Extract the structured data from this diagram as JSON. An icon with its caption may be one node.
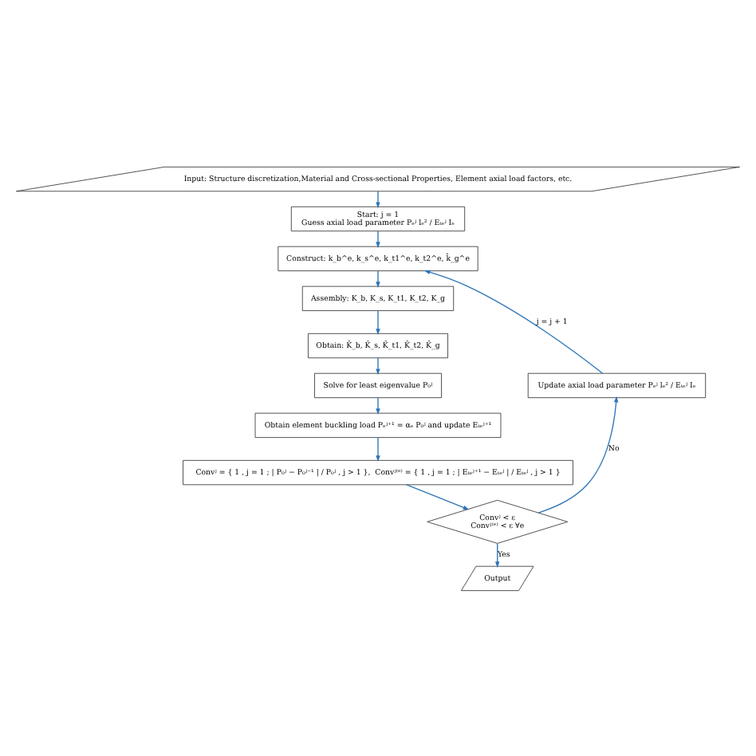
{
  "diagram": {
    "nodes": [
      {
        "text": [
          "Input: Structure discretization,Material and Cross-sectional Properties, Element axial load factors, etc."
        ]
      },
      {
        "text": [
          "Start: j = 1",
          "Guess axial load parameter Pₑʲ lₑ² / Eₜₑʲ Iₑ"
        ]
      },
      {
        "text": [
          "Construct: k_b^e, k_s^e, k_t1^e, k_t2^e, k̂_g^e"
        ]
      },
      {
        "text": [
          "Assembly: K_b, K_s, K_t1, K_t2, K_g"
        ]
      },
      {
        "text": [
          "Obtain: K̂_b, K̂_s, K̂_t1, K̂_t2, K̂_g"
        ]
      },
      {
        "text": [
          "Solve for least eigenvalue P₀ʲ"
        ]
      },
      {
        "text": [
          "Obtain element buckling load Pₑʲ⁺¹ = αₑ P₀ʲ and update Eₜₑʲ⁺¹"
        ]
      },
      {
        "text": [
          "Convʲ = { 1 , j = 1 ; | P₀ʲ − P₀ʲ⁻¹ | / P₀ʲ , j > 1 },  Convʲ⁽ᵉ⁾ = { 1 , j = 1 ; | Eₜₑʲ⁺¹ − Eₜₑʲ | / Eₜₑʲ , j > 1 }"
        ]
      },
      {
        "text": [
          "Convʲ < ε",
          "Convʲ⁽ᵉ⁾ < ε ∀e"
        ]
      },
      {
        "text": [
          "Output"
        ]
      },
      {
        "text": [
          "Update axial load parameter Pₑʲ lₑ² / Eₜₑʲ Iₑ"
        ]
      }
    ],
    "edges": [
      {
        "from": 0,
        "to": 1,
        "arrow": "to"
      },
      {
        "from": 1,
        "to": 2,
        "arrow": "to"
      },
      {
        "from": 2,
        "to": 3,
        "arrow": "to"
      },
      {
        "from": 3,
        "to": 4,
        "arrow": "to"
      },
      {
        "from": 4,
        "to": 5,
        "arrow": "to"
      },
      {
        "from": 5,
        "to": 6,
        "arrow": "to"
      },
      {
        "from": 6,
        "to": 7,
        "arrow": "to"
      },
      {
        "from": 7,
        "to": 8,
        "arrow": "to"
      },
      {
        "from": 8,
        "to": 9,
        "label": "Yes",
        "arrow": "to"
      },
      {
        "from": 8,
        "to": 10,
        "label": "No",
        "arrow": "to"
      },
      {
        "from": 10,
        "to": 2,
        "label": "j = j + 1",
        "arrow": "to"
      }
    ]
  }
}
